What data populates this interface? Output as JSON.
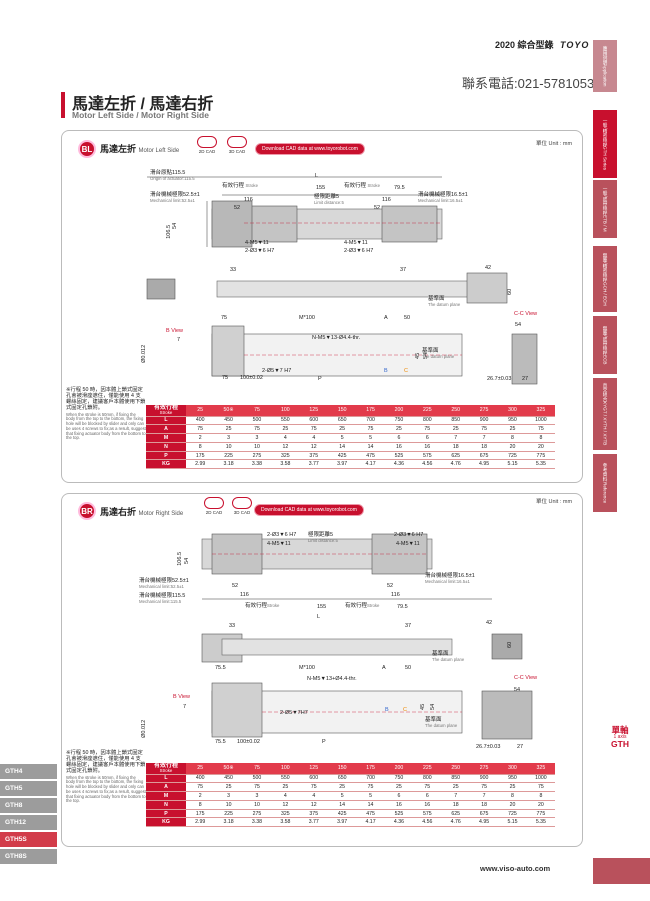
{
  "header": {
    "year_label": "2020 綜合型錄",
    "brand": "TOYO"
  },
  "phone": "聯系電話:021-57810530",
  "page": {
    "title": "馬達左折 / 馬達右折",
    "subtitle": "Motor Left Side / Motor Right Side"
  },
  "unit_label": "單位 Unit : mm",
  "cad": {
    "cad2d": "2D CAD",
    "cad3d": "3D CAD",
    "download": "Download CAD data at www.toyorobot.com"
  },
  "bl": {
    "badge": "BL",
    "title_zh": "馬達左折",
    "title_en": "Motor Left Side",
    "labels": {
      "origin_zh": "滑台原點115.5",
      "origin_en": "Origin of actuator:115.5",
      "mech_left_zh": "滑台機械極限52.5±1",
      "mech_left_en": "Mechanical limit:52.5±1",
      "mech_right_zh": "滑台機械極限16.5±1",
      "mech_right_en": "Mechanical limit:16.5±1",
      "stroke_zh": "有效行程",
      "stroke_en": "Stroke",
      "limit_zh": "極限距離5",
      "limit_en": "Limit distance:5",
      "L": "L",
      "d155": "155",
      "d795": "79.5",
      "d116": "116",
      "d52": "52",
      "d1065": "106.5",
      "d54": "54",
      "m5": "4-M5▼11",
      "pin": "2-Ø3▼6 H7",
      "d33": "33",
      "d37": "37",
      "d42": "42",
      "d60": "60",
      "datum_zh": "基準面",
      "datum_en": "The datum plane",
      "d75": "75",
      "m100": "M*100",
      "A": "A",
      "d50": "50",
      "bview": "B View",
      "cview": "C-C View",
      "d7": "7",
      "nm5": "N-M5▼13-Ø4.4-thr.",
      "d54b": "54",
      "d45": "45",
      "d54c": "54",
      "pin2": "2-Ø5▼7 H7",
      "d100": "100±0.02",
      "P": "P",
      "d267": "26.7±0.03",
      "d27": "27",
      "phi": "Ø0.012",
      "B": "B",
      "C": "C"
    },
    "note_zh": "※行程 50 時，因本體上鎖式固定孔會被滑座遮住，僅能使用 4 支螺絲固定，建議客戶本體使用下鎖式固定孔鎖附。",
    "note_en": "When the stroke is 50mm, if fixing the body from the top to the bottom, the fixing hole will be blocked by slider and only can be uses 4 screws to fix;as a result, suggest that fixing actuator body from the bottom to the top.",
    "table": {
      "head_zh": "有效行程",
      "head_en": "Stroke",
      "strokes": [
        "25",
        "50※",
        "75",
        "100",
        "125",
        "150",
        "175",
        "200",
        "225",
        "250",
        "275",
        "300",
        "325"
      ],
      "rows": [
        {
          "k": "L",
          "v": [
            "400",
            "450",
            "500",
            "550",
            "600",
            "650",
            "700",
            "750",
            "800",
            "850",
            "900",
            "950",
            "1000"
          ]
        },
        {
          "k": "A",
          "v": [
            "75",
            "25",
            "75",
            "25",
            "75",
            "25",
            "75",
            "25",
            "75",
            "25",
            "75",
            "25",
            "75"
          ]
        },
        {
          "k": "M",
          "v": [
            "2",
            "3",
            "3",
            "4",
            "4",
            "5",
            "5",
            "6",
            "6",
            "7",
            "7",
            "8",
            "8"
          ]
        },
        {
          "k": "N",
          "v": [
            "8",
            "10",
            "10",
            "12",
            "12",
            "14",
            "14",
            "16",
            "16",
            "18",
            "18",
            "20",
            "20"
          ]
        },
        {
          "k": "P",
          "v": [
            "175",
            "225",
            "275",
            "325",
            "375",
            "425",
            "475",
            "525",
            "575",
            "625",
            "675",
            "725",
            "775"
          ]
        },
        {
          "k": "KG",
          "v": [
            "2.99",
            "3.18",
            "3.38",
            "3.58",
            "3.77",
            "3.97",
            "4.17",
            "4.36",
            "4.56",
            "4.76",
            "4.95",
            "5.15",
            "5.35"
          ]
        }
      ]
    }
  },
  "br": {
    "badge": "BR",
    "title_zh": "馬達右折",
    "title_en": "Motor Right Side",
    "labels": {
      "pin": "2-Ø3▼6 H7",
      "m5": "4-M5▼11",
      "limit_zh": "極限距離5",
      "limit_en": "Limit distance:5",
      "d1065": "106.5",
      "d54": "54",
      "mech_right_zh": "滑台機械極限16.5±1",
      "mech_right_en": "Mechanical limit:16.5±1",
      "mech_left_zh": "滑台機械極限52.5±1",
      "mech_left_en": "Mechanical limit:52.5±1",
      "origin_zh": "滑台機械極限115.5",
      "origin_en": "Mechanical limit:115.5",
      "d52": "52",
      "d116": "116",
      "stroke_zh": "有效行程",
      "stroke_en": "Stroke",
      "d155": "155",
      "d795": "79.5",
      "L": "L",
      "d33": "33",
      "d37": "37",
      "d42": "42",
      "d60": "60",
      "datum_zh": "基準面",
      "datum_en": "The datum plane",
      "d755": "75.5",
      "m100": "M*100",
      "A": "A",
      "d50": "50",
      "nm5": "N-M5▼13+Ø4.4-thr.",
      "cview": "C-C View",
      "bview": "B View",
      "d7": "7",
      "d54b": "54",
      "d45": "45",
      "pin2": "2-Ø5▼7H7",
      "d100": "100±0.02",
      "P": "P",
      "d267": "26.7±0.03",
      "d27": "27",
      "phi": "Ø0.012",
      "B": "B",
      "C": "C"
    },
    "note_zh": "※行程 50 時，因本體上鎖式固定孔會被滑座遮住，僅能使用 4 支螺絲固定，建議客戶本體使用下鎖式固定孔鎖附。",
    "note_en": "When the stroke is 50mm, if fixing the body from the top to the bottom, the fixing hole will be blocked by slider and only can be uses 4 screws to fix;as a result, suggest that fixing actuator body from the bottom to the top.",
    "table": {
      "head_zh": "有效行程",
      "head_en": "Stroke",
      "strokes": [
        "25",
        "50※",
        "75",
        "100",
        "125",
        "150",
        "175",
        "200",
        "225",
        "250",
        "275",
        "300",
        "325"
      ],
      "rows": [
        {
          "k": "L",
          "v": [
            "400",
            "450",
            "500",
            "550",
            "600",
            "650",
            "700",
            "750",
            "800",
            "850",
            "900",
            "950",
            "1000"
          ]
        },
        {
          "k": "A",
          "v": [
            "75",
            "25",
            "75",
            "25",
            "75",
            "25",
            "75",
            "25",
            "75",
            "25",
            "75",
            "25",
            "75"
          ]
        },
        {
          "k": "M",
          "v": [
            "2",
            "3",
            "3",
            "4",
            "4",
            "5",
            "5",
            "6",
            "6",
            "7",
            "7",
            "8",
            "8"
          ]
        },
        {
          "k": "N",
          "v": [
            "8",
            "10",
            "10",
            "12",
            "12",
            "14",
            "14",
            "16",
            "16",
            "18",
            "18",
            "20",
            "20"
          ]
        },
        {
          "k": "P",
          "v": [
            "175",
            "225",
            "275",
            "325",
            "375",
            "425",
            "475",
            "525",
            "575",
            "625",
            "675",
            "725",
            "775"
          ]
        },
        {
          "k": "KG",
          "v": [
            "2.99",
            "3.18",
            "3.38",
            "3.58",
            "3.77",
            "3.97",
            "4.17",
            "4.36",
            "4.56",
            "4.76",
            "4.95",
            "5.15",
            "5.35"
          ]
        }
      ]
    }
  },
  "sidebar": {
    "tabs": [
      {
        "zh": "應用說明",
        "en": "Application"
      },
      {
        "zh": "一般/精密絲桿",
        "en": "GTH Series"
      },
      {
        "zh": "一般/皮帶絲桿",
        "en": "ETB / M"
      },
      {
        "zh": "無塵/精密絲桿",
        "en": "GCH / ECH"
      },
      {
        "zh": "無塵/皮帶絲桿",
        "en": "ECB"
      },
      {
        "zh": "直交組合",
        "en": "XYGT / XYTH / XYTB"
      },
      {
        "zh": "參考資料",
        "en": "Reference"
      }
    ],
    "single_zh": "單軸",
    "single_en": "1 axis",
    "single_model": "GTH",
    "models": [
      "GTH4",
      "GTH5",
      "GTH8",
      "GTH12",
      "GTH5S",
      "GTH8S"
    ],
    "active_model": "GTH5S"
  },
  "footer": "www.viso-auto.com"
}
